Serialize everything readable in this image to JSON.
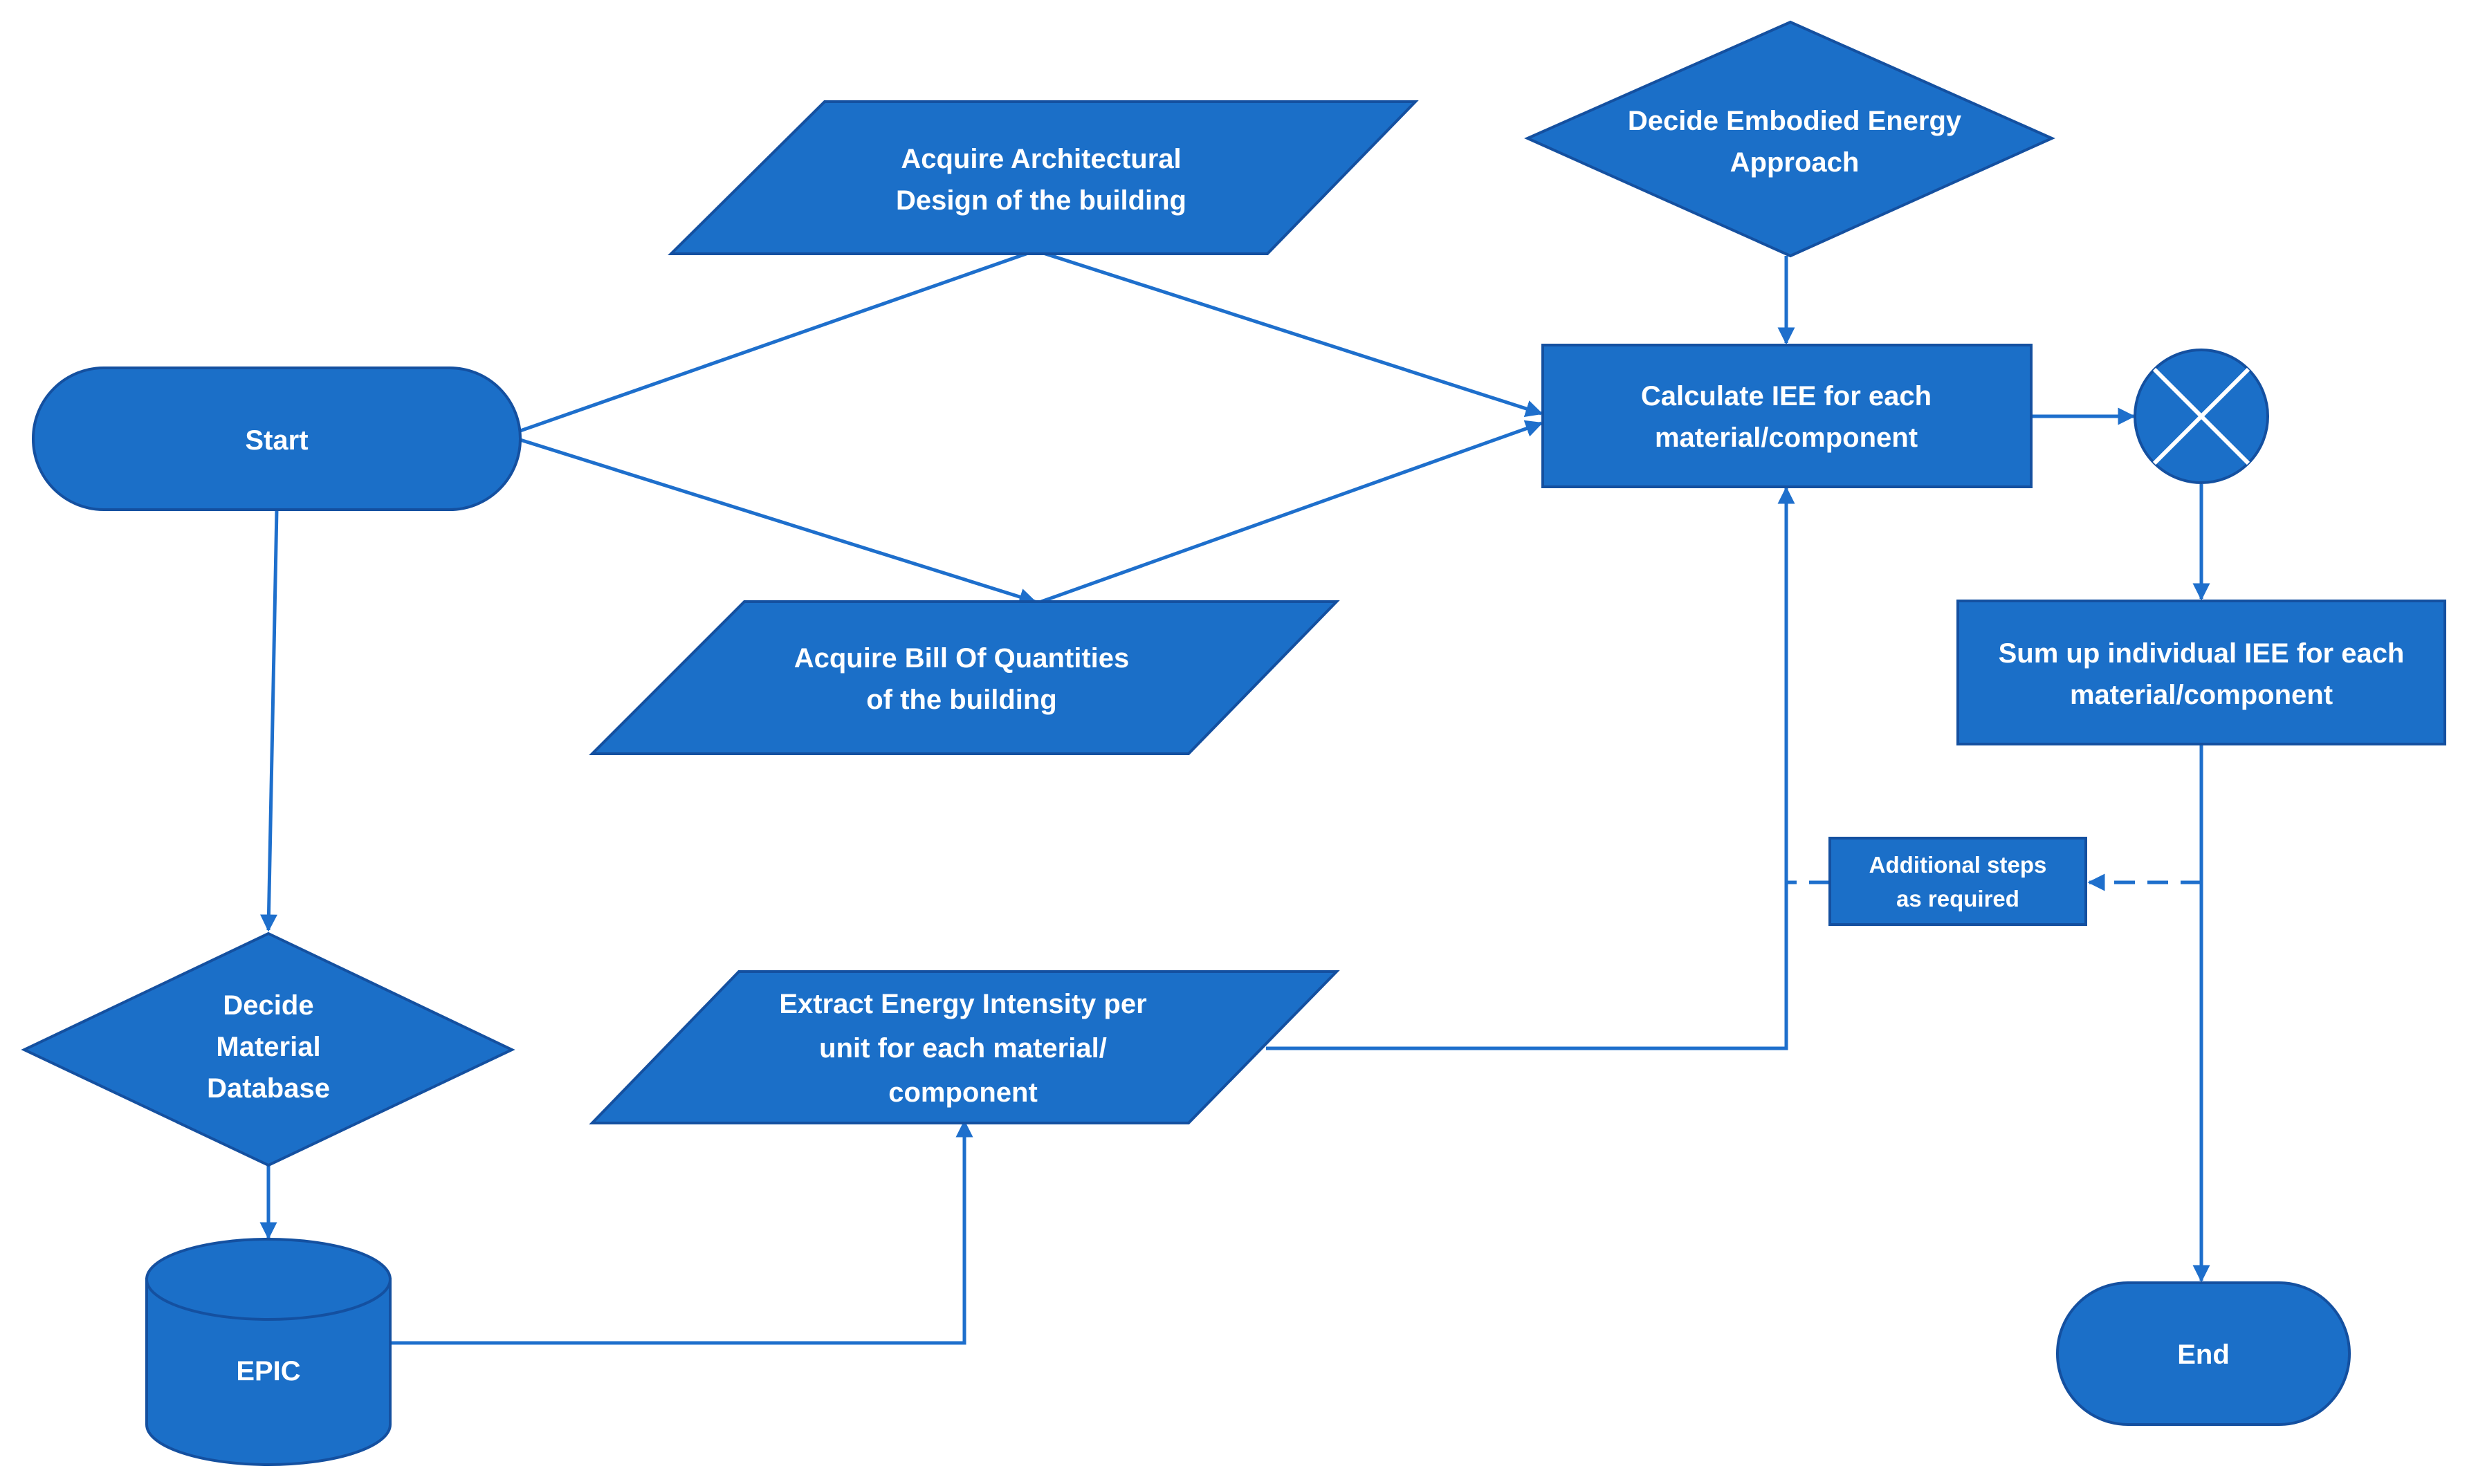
{
  "colors": {
    "fill": "#1B6FC8",
    "border": "#1450A0",
    "connector": "#1E6FCC",
    "text": "#FFFFFF",
    "background": "#FFFFFF"
  },
  "nodes": {
    "start": {
      "type": "terminator",
      "lines": [
        "Start"
      ]
    },
    "acquire_design": {
      "type": "data",
      "lines": [
        "Acquire Architectural",
        "Design of the building"
      ]
    },
    "acquire_boq": {
      "type": "data",
      "lines": [
        "Acquire Bill Of Quantities",
        "of the building"
      ]
    },
    "decide_approach": {
      "type": "decision",
      "lines": [
        "Decide Embodied Energy",
        "Approach"
      ]
    },
    "calculate_iee": {
      "type": "process",
      "lines": [
        "Calculate IEE for each",
        "material/component"
      ]
    },
    "or_junction": {
      "type": "summing-junction",
      "icon": "x-circle-icon",
      "lines": []
    },
    "sum_iee": {
      "type": "process",
      "lines": [
        "Sum up individual IEE for each",
        "material/component"
      ]
    },
    "additional_steps": {
      "type": "process",
      "lines": [
        "Additional steps",
        "as required"
      ]
    },
    "decide_database": {
      "type": "decision",
      "lines": [
        "Decide",
        "Material",
        "Database"
      ]
    },
    "extract_intensity": {
      "type": "data",
      "lines": [
        "Extract Energy Intensity per",
        "unit for each  material/",
        "component"
      ]
    },
    "epic": {
      "type": "database",
      "lines": [
        "EPIC"
      ]
    },
    "end": {
      "type": "terminator",
      "lines": [
        "End"
      ]
    }
  },
  "edges": [
    {
      "from": "start",
      "to": "acquire_design"
    },
    {
      "from": "start",
      "to": "acquire_boq"
    },
    {
      "from": "acquire_design",
      "to": "calculate_iee"
    },
    {
      "from": "acquire_boq",
      "to": "calculate_iee"
    },
    {
      "from": "decide_approach",
      "to": "calculate_iee"
    },
    {
      "from": "calculate_iee",
      "to": "or_junction"
    },
    {
      "from": "or_junction",
      "to": "sum_iee"
    },
    {
      "from": "sum_iee",
      "to": "end"
    },
    {
      "from": "sum_iee",
      "to": "additional_steps",
      "style": "dashed"
    },
    {
      "from": "additional_steps",
      "to": "calculate_iee",
      "style": "dashed"
    },
    {
      "from": "start",
      "to": "decide_database"
    },
    {
      "from": "decide_database",
      "to": "epic"
    },
    {
      "from": "epic",
      "to": "extract_intensity"
    },
    {
      "from": "extract_intensity",
      "to": "calculate_iee"
    }
  ]
}
